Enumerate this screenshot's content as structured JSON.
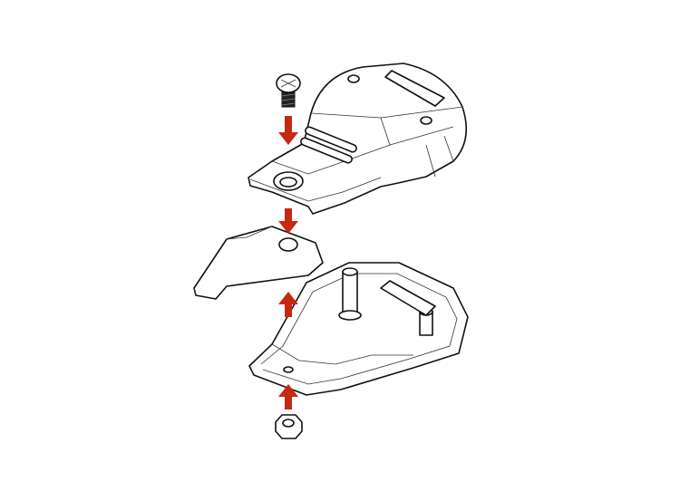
{
  "diagram": {
    "type": "exploded-assembly",
    "parts": [
      "screw",
      "top-cover",
      "plate",
      "base-housing",
      "hex-nut"
    ],
    "arrow_color": "#c42a10"
  }
}
